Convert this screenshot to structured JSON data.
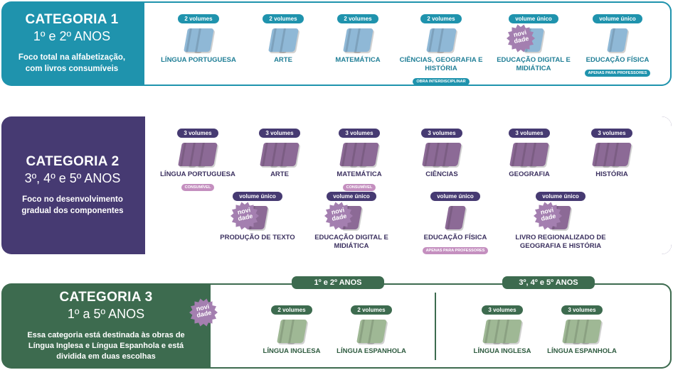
{
  "categories": [
    {
      "title": "CATEGORIA 1",
      "years": "1º e 2º ANOS",
      "description": "Foco total na alfabetização, com livros consumíveis",
      "color": "#1f93ad",
      "items": [
        {
          "volumes": "2 volumes",
          "name": "LÍNGUA PORTUGUESA",
          "count": 2,
          "novidade": false
        },
        {
          "volumes": "2 volumes",
          "name": "ARTE",
          "count": 2,
          "novidade": false
        },
        {
          "volumes": "2 volumes",
          "name": "MATEMÁTICA",
          "count": 2,
          "novidade": false
        },
        {
          "volumes": "2 volumes",
          "name": "CIÊNCIAS, GEOGRAFIA E HISTÓRIA",
          "sub": "OBRA INTERDISCIPLINAR",
          "count": 2,
          "novidade": false
        },
        {
          "volumes": "volume único",
          "name": "EDUCAÇÃO DIGITAL E MIDIÁTICA",
          "count": 1,
          "novidade": true
        },
        {
          "volumes": "volume único",
          "name": "EDUCAÇÃO FÍSICA",
          "sub": "APENAS PARA PROFESSORES",
          "count": 1,
          "novidade": false
        }
      ]
    },
    {
      "title": "CATEGORIA 2",
      "years": "3º, 4º e 5º ANOS",
      "description": "Foco no desenvolvimento gradual dos componentes",
      "color": "#463a72",
      "items": [
        {
          "volumes": "3 volumes",
          "name": "LÍNGUA PORTUGUESA",
          "sub": "CONSUMÍVEL",
          "count": 3,
          "novidade": false
        },
        {
          "volumes": "3 volumes",
          "name": "ARTE",
          "count": 3,
          "novidade": false
        },
        {
          "volumes": "3 volumes",
          "name": "MATEMÁTICA",
          "sub": "CONSUMÍVEL",
          "count": 3,
          "novidade": false
        },
        {
          "volumes": "3 volumes",
          "name": "CIÊNCIAS",
          "count": 3,
          "novidade": false
        },
        {
          "volumes": "3 volumes",
          "name": "GEOGRAFIA",
          "count": 3,
          "novidade": false
        },
        {
          "volumes": "3 volumes",
          "name": "HISTÓRIA",
          "count": 3,
          "novidade": false
        },
        {
          "volumes": "volume único",
          "name": "PRODUÇÃO DE TEXTO",
          "count": 1,
          "novidade": true
        },
        {
          "volumes": "volume único",
          "name": "EDUCAÇÃO DIGITAL E MIDIÁTICA",
          "count": 1,
          "novidade": true
        },
        {
          "volumes": "volume único",
          "name": "EDUCAÇÃO FÍSICA",
          "sub": "APENAS PARA PROFESSORES",
          "count": 1,
          "novidade": false
        },
        {
          "volumes": "volume único",
          "name": "LIVRO REGIONALIZADO DE GEOGRAFIA E HISTÓRIA",
          "count": 1,
          "novidade": true
        }
      ]
    },
    {
      "title": "CATEGORIA 3",
      "years": "1º a 5º ANOS",
      "description": "Essa categoria está destinada às obras de Língua Inglesa e Língua Espanhola e está dividida em duas escolhas",
      "color": "#3d6b4f",
      "novidade": true,
      "tabs": [
        "1º e 2º ANOS",
        "3º, 4º e 5º ANOS"
      ],
      "items": [
        {
          "volumes": "2 volumes",
          "name": "LÍNGUA INGLESA",
          "count": 2,
          "novidade": false
        },
        {
          "volumes": "2 volumes",
          "name": "LÍNGUA ESPANHOLA",
          "count": 2,
          "novidade": false
        },
        {
          "volumes": "3 volumes",
          "name": "LÍNGUA INGLESA",
          "count": 3,
          "novidade": false
        },
        {
          "volumes": "3 volumes",
          "name": "LÍNGUA ESPANHOLA",
          "count": 3,
          "novidade": false
        }
      ]
    }
  ],
  "badge_text": "novi dade",
  "colors": {
    "cat1_book": "#8fb8d6",
    "cat1_text": "#1f7e96",
    "cat2_book": "#8c6a96",
    "cat2_text": "#3b305f",
    "cat2_pill_sub": "#c48fbf",
    "cat3_book": "#9fb895",
    "cat3_text": "#2d5a3e",
    "badge": "#a47fb0"
  }
}
